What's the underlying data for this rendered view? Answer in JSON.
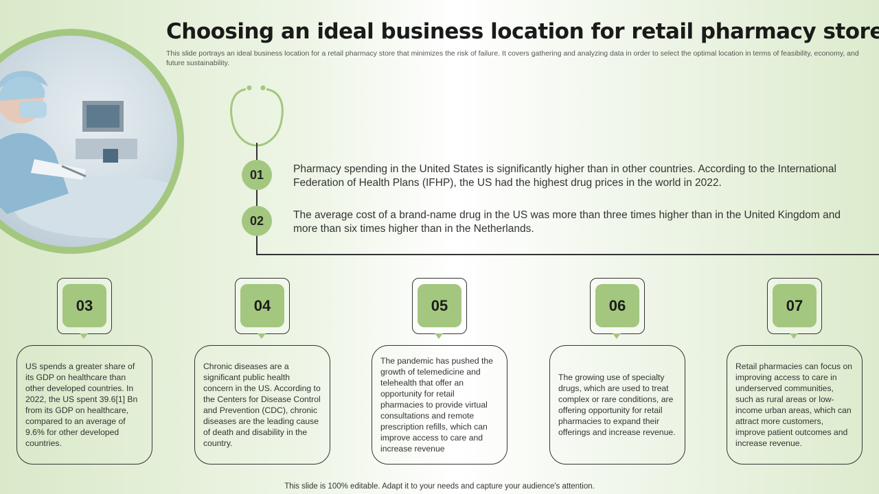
{
  "header": {
    "title": "Choosing an ideal business location for retail pharmacy store",
    "subtitle": "This slide portrays an ideal business location for a retail pharmacy store that minimizes the risk of failure. It covers gathering and analyzing data in order to select the optimal location in terms of feasibility, economy, and future sustainability."
  },
  "top_points": [
    {
      "number": "01",
      "text": "Pharmacy spending in the United States is significantly higher than in other countries. According to the International Federation of Health Plans (IFHP), the US had the highest drug prices in the world in 2022."
    },
    {
      "number": "02",
      "text": "The average cost of a brand-name drug in the US was more than three times higher than in the United Kingdom and more than six times higher than in the Netherlands."
    }
  ],
  "bottom_points": [
    {
      "number": "03",
      "text": "US spends a greater share of its GDP on healthcare than other developed countries. In 2022, the US spent 39.6[1] Bn from its GDP on healthcare, compared to an average of 9.6% for other developed countries."
    },
    {
      "number": "04",
      "text": "Chronic diseases are a significant public health concern in the US. According to the Centers for Disease Control and Prevention (CDC), chronic diseases are the leading cause of death and disability in the country."
    },
    {
      "number": "05",
      "text": "The pandemic has pushed the growth of telemedicine and telehealth that offer an opportunity for retail pharmacies to provide virtual consultations and remote prescription refills, which can improve access to care and increase revenue"
    },
    {
      "number": "06",
      "text": "The growing use of specialty drugs, which are used to treat complex or rare conditions, are offering opportunity for retail pharmacies to expand their offerings and increase revenue."
    },
    {
      "number": "07",
      "text": "Retail pharmacies can focus on improving access to care in underserved communities, such as rural areas or low-income urban areas, which can attract more customers, improve patient outcomes and increase revenue."
    }
  ],
  "footer": "This slide is 100% editable. Adapt it to your needs and capture your audience's attention.",
  "colors": {
    "accent": "#a3c77f",
    "text": "#333333"
  }
}
